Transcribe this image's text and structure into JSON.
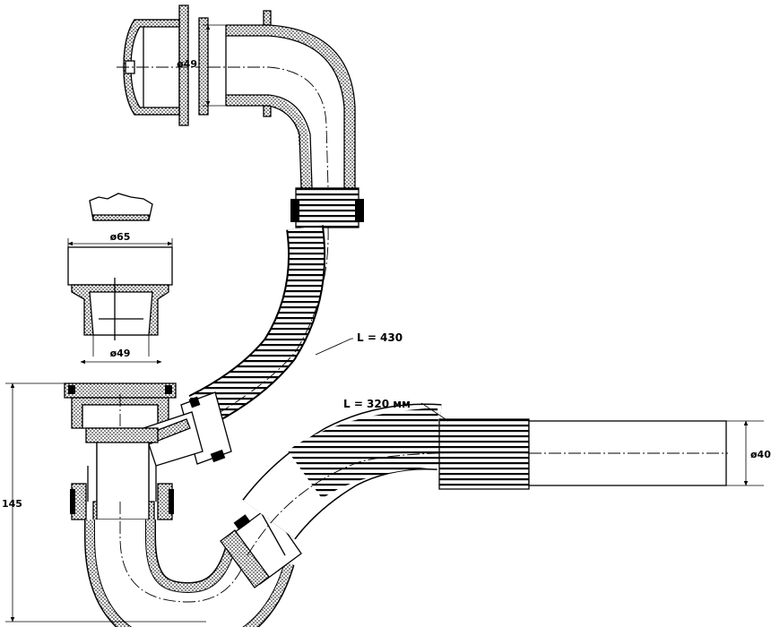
{
  "dimensions": {
    "overflow_diameter": "ø49",
    "plug_diameter": "ø65",
    "outlet_diameter": "ø49",
    "upper_hose_length": "L = 430",
    "lower_hose_length": "L = 320 мм",
    "pipe_diameter": "ø40",
    "trap_height": "145"
  },
  "colors": {
    "line": "#000000",
    "background": "#ffffff"
  }
}
